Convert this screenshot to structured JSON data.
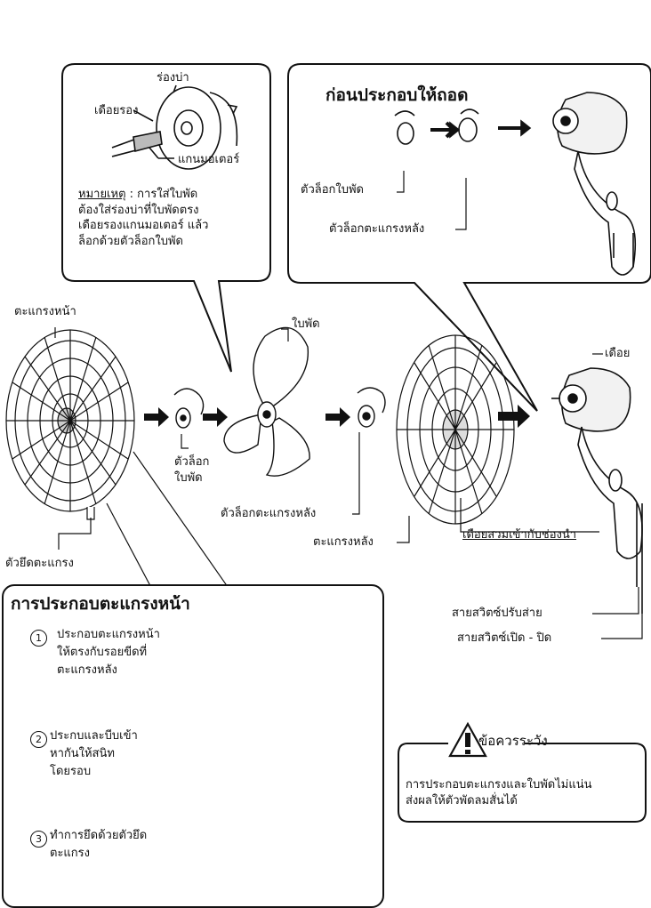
{
  "top_left_box": {
    "label_groove": "ร่องบ่า",
    "label_pin": "เดือยรอง",
    "label_shaft": "แกนมอเตอร์",
    "note_title": "หมายเหตุ",
    "note_body_1": " : การใส่ใบพัด",
    "note_body_2": "ต้องใส่ร่องบ่าที่ใบพัดตรง",
    "note_body_3": "เดือยรองแกนมอเตอร์ แล้ว",
    "note_body_4": "ล็อกด้วยตัวล็อกใบพัด"
  },
  "top_right_box": {
    "title": "ก่อนประกอบให้ถอด",
    "label_blade_lock": "ตัวล็อกใบพัด",
    "label_rear_guard_lock": "ตัวล็อกตะแกรงหลัง"
  },
  "main": {
    "front_guard": "ตะแกรงหน้า",
    "guard_clip": "ตัวยึดตะแกรง",
    "blade": "ใบพัด",
    "blade_lock_1": "ตัวล็อก",
    "blade_lock_2": "ใบพัด",
    "rear_guard_lock": "ตัวล็อกตะแกรงหลัง",
    "rear_guard": "ตะแกรงหลัง",
    "pin": "เดือย",
    "pin_fit": "เดือยสวมเข้ากับช่องนำ",
    "swing_cord": "สายสวิตซ์ปรับส่าย",
    "power_cord": "สายสวิตซ์เปิด - ปิด"
  },
  "front_guard_box": {
    "title": "การประกอบตะแกรงหน้า",
    "steps": [
      {
        "num": "1",
        "lines": [
          "ประกอบตะแกรงหน้า",
          "ให้ตรงกับรอยขีดที่",
          "ตะแกรงหลัง"
        ]
      },
      {
        "num": "2",
        "lines": [
          "ประกบและบีบเข้า",
          "หากันให้สนิท",
          "โดยรอบ"
        ]
      },
      {
        "num": "3",
        "lines": [
          "ทำการยึดด้วยตัวยึด",
          "ตะแกรง"
        ]
      }
    ]
  },
  "caution_box": {
    "title": "ข้อควรระวัง",
    "line_1": "การประกอบตะแกรงและใบพัดไม่แน่น",
    "line_2": "ส่งผลให้ตัวพัดลมสั่นได้"
  }
}
